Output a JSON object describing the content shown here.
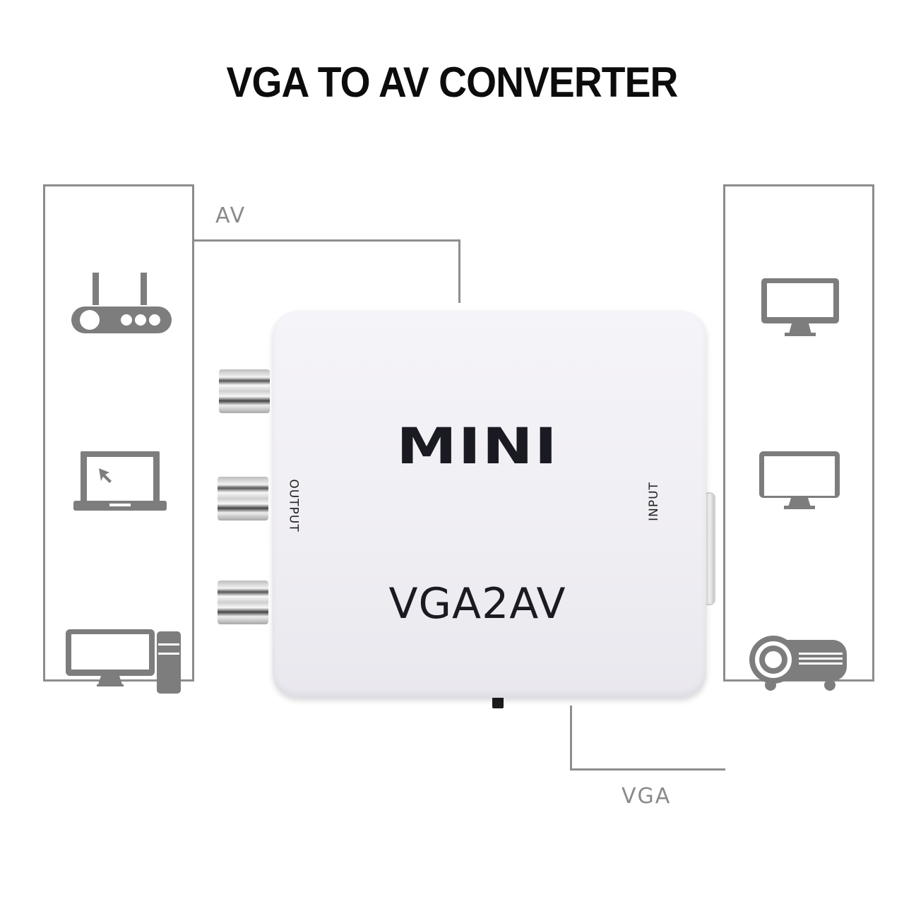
{
  "title": "VGA TO AV CONVERTER",
  "device": {
    "brand_label": "MINI",
    "model_label": "VGA2AV",
    "left_port_label": "OUTPUT",
    "right_port_label": "INPUT",
    "body_color": "#f2f1f6",
    "text_color": "#1a1a22"
  },
  "connections": {
    "av_label": "AV",
    "vga_label": "VGA",
    "line_color": "#8e8e8e"
  },
  "left_panel": {
    "role": "AV output devices",
    "icons": [
      "router-icon",
      "laptop-icon",
      "desktop-computer-icon"
    ]
  },
  "right_panel": {
    "role": "VGA input devices",
    "icons": [
      "monitor-icon",
      "monitor-icon",
      "projector-icon"
    ]
  },
  "icon_color": "#7d7d7d"
}
